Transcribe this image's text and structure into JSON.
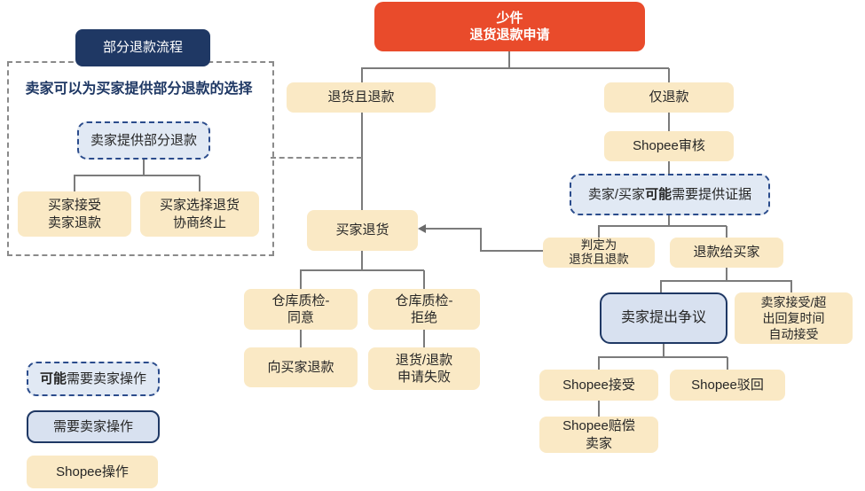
{
  "colors": {
    "shopee_orange": "#E94B2B",
    "navy": "#1F3864",
    "light_blue_fill": "#D8E1F0",
    "cream_yellow_fill": "#FAE9C5",
    "connector_gray": "#7B7B7B"
  },
  "root_node": {
    "label": "少件\n退货退款申请"
  },
  "partial_refund_panel": {
    "title": "部分退款流程",
    "description": "卖家可以为买家提供部分退款的选择",
    "seller_offer": "卖家提供部分退款",
    "buyer_accept": "买家接受\n卖家退款",
    "buyer_choose_return": "买家选择退货\n协商终止"
  },
  "return_branch": {
    "return_and_refund": "退货且退款",
    "buyer_returns": "买家退货",
    "qc_approve": "仓库质检-\n同意",
    "qc_reject": "仓库质检-\n拒绝",
    "refund_to_buyer": "向买家退款",
    "application_failed": "退货/退款\n申请失败"
  },
  "refund_only_branch": {
    "refund_only": "仅退款",
    "shopee_review": "Shopee审核",
    "evidence": {
      "prefix": "卖家/买家",
      "bold": "可能",
      "suffix": "需要提供证据"
    },
    "judged_return_refund": "判定为\n退货且退款",
    "refund_to_buyer": "退款给买家",
    "seller_dispute": "卖家提出争议",
    "auto_accept": "卖家接受/超\n出回复时间\n自动接受",
    "shopee_accept": "Shopee接受",
    "shopee_reject": "Shopee驳回",
    "shopee_compensate": "Shopee赔偿\n卖家"
  },
  "legend": {
    "maybe_seller_action": {
      "bold": "可能",
      "rest": "需要卖家操作"
    },
    "seller_action": "需要卖家操作",
    "shopee_action": "Shopee操作"
  }
}
